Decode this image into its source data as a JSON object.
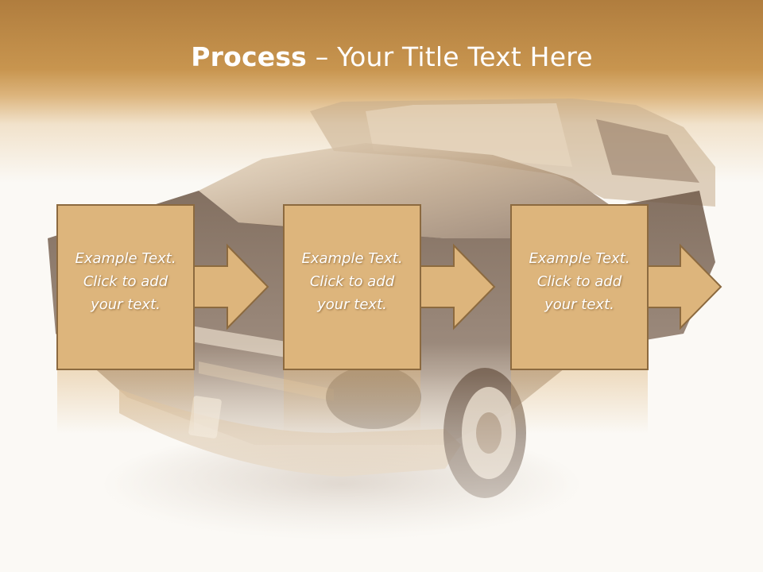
{
  "slide": {
    "title_bold": "Process",
    "title_rest": " – Your Title Text Here"
  },
  "steps": [
    {
      "line1": "Example Text.",
      "line2": "Click  to add",
      "line3": "your text."
    },
    {
      "line1": "Example Text.",
      "line2": "Click  to add",
      "line3": "your text."
    },
    {
      "line1": "Example Text.",
      "line2": "Click  to add",
      "line3": "your text."
    }
  ],
  "colors": {
    "box_fill": "#ddb57c",
    "box_border": "#8c6a3f",
    "header": "#c8954f",
    "background": "#fbf9f5"
  }
}
